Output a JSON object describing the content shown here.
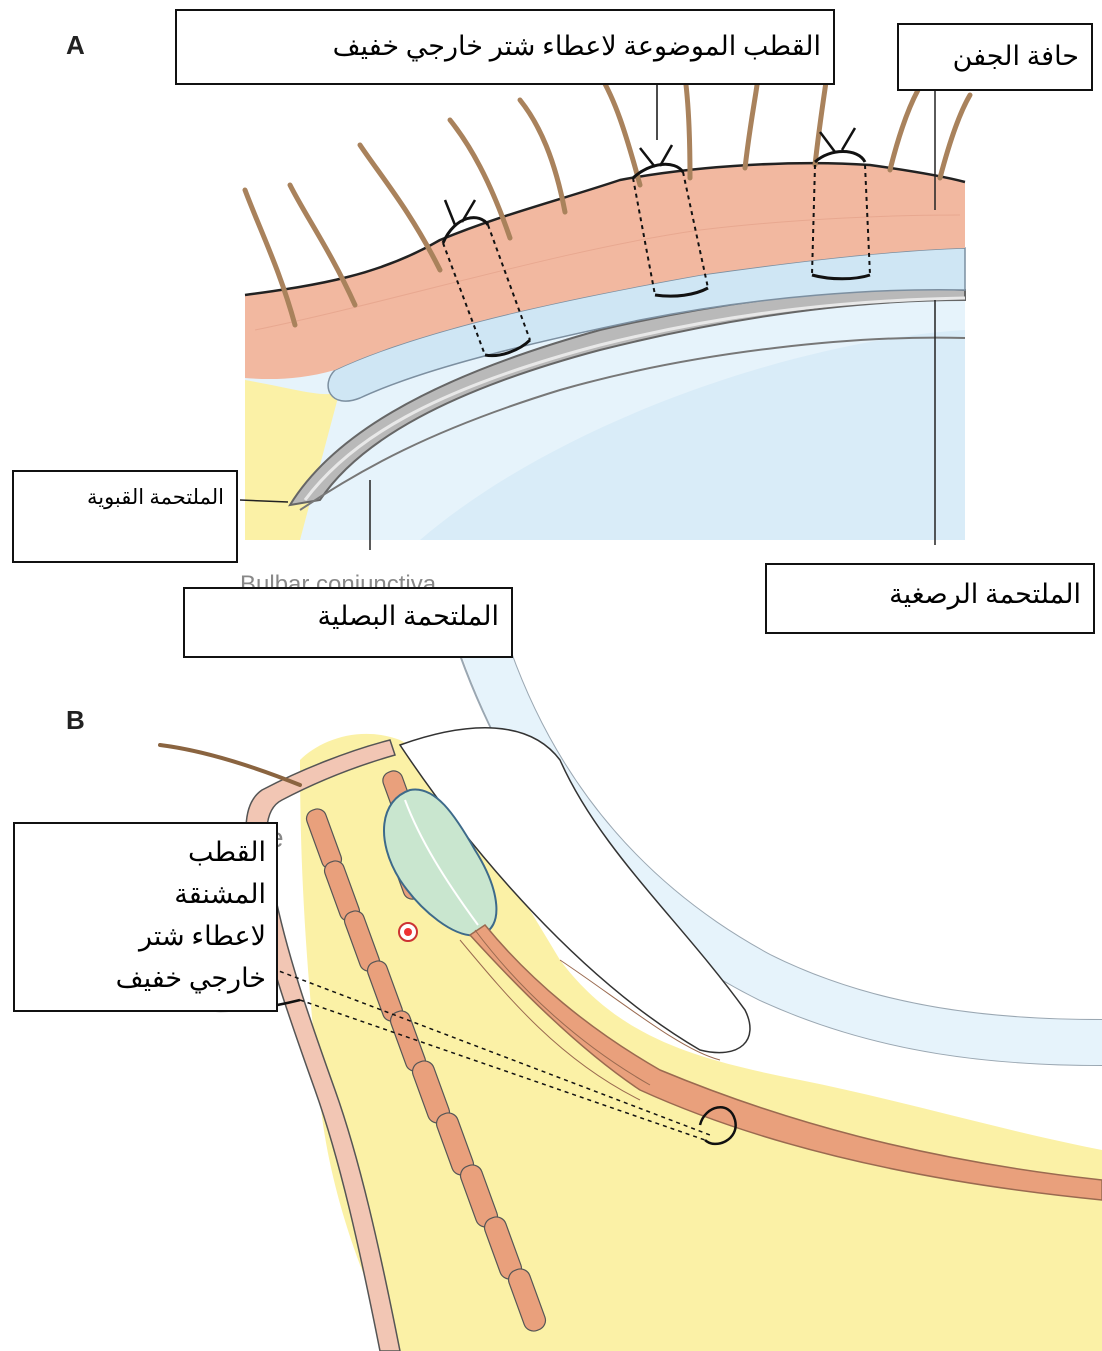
{
  "panels": {
    "a": "A",
    "b": "B"
  },
  "labels": {
    "lid_margin": "حافة الجفن",
    "sutures_top": "القطب الموضوعة لاعطاء شتر خارجي خفيف",
    "fornix_conjunctiva": "الملتحمة القبوية",
    "bulbar_conjunctiva": "الملتحمة البصلية",
    "tarsal_conjunctiva": "الملتحمة الرصغية",
    "mattress_sutures": "القطب المشنقة لاعطاء شتر خارجي خفيف"
  },
  "faded_text": {
    "bulbar_english": "Bulbar conjunctiva",
    "fragment_e": "e"
  },
  "colors": {
    "skin": "#f2b8a0",
    "tarsus": "#cfe6f4",
    "fat": "#fbf1a6",
    "muscle": "#e9a07c",
    "lash": "#a9825c",
    "gland": "#c9e6cf"
  }
}
